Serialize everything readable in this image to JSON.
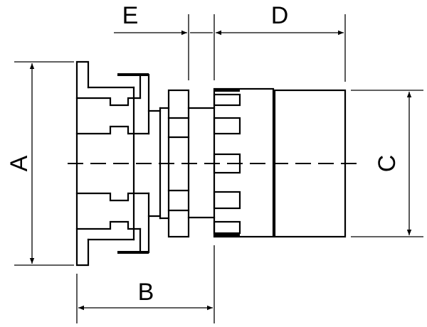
{
  "drawing": {
    "dimension_labels": {
      "A": "A",
      "B": "B",
      "C": "C",
      "D": "D",
      "E": "E"
    },
    "colors": {
      "line": "#000000",
      "background": "#ffffff"
    }
  }
}
